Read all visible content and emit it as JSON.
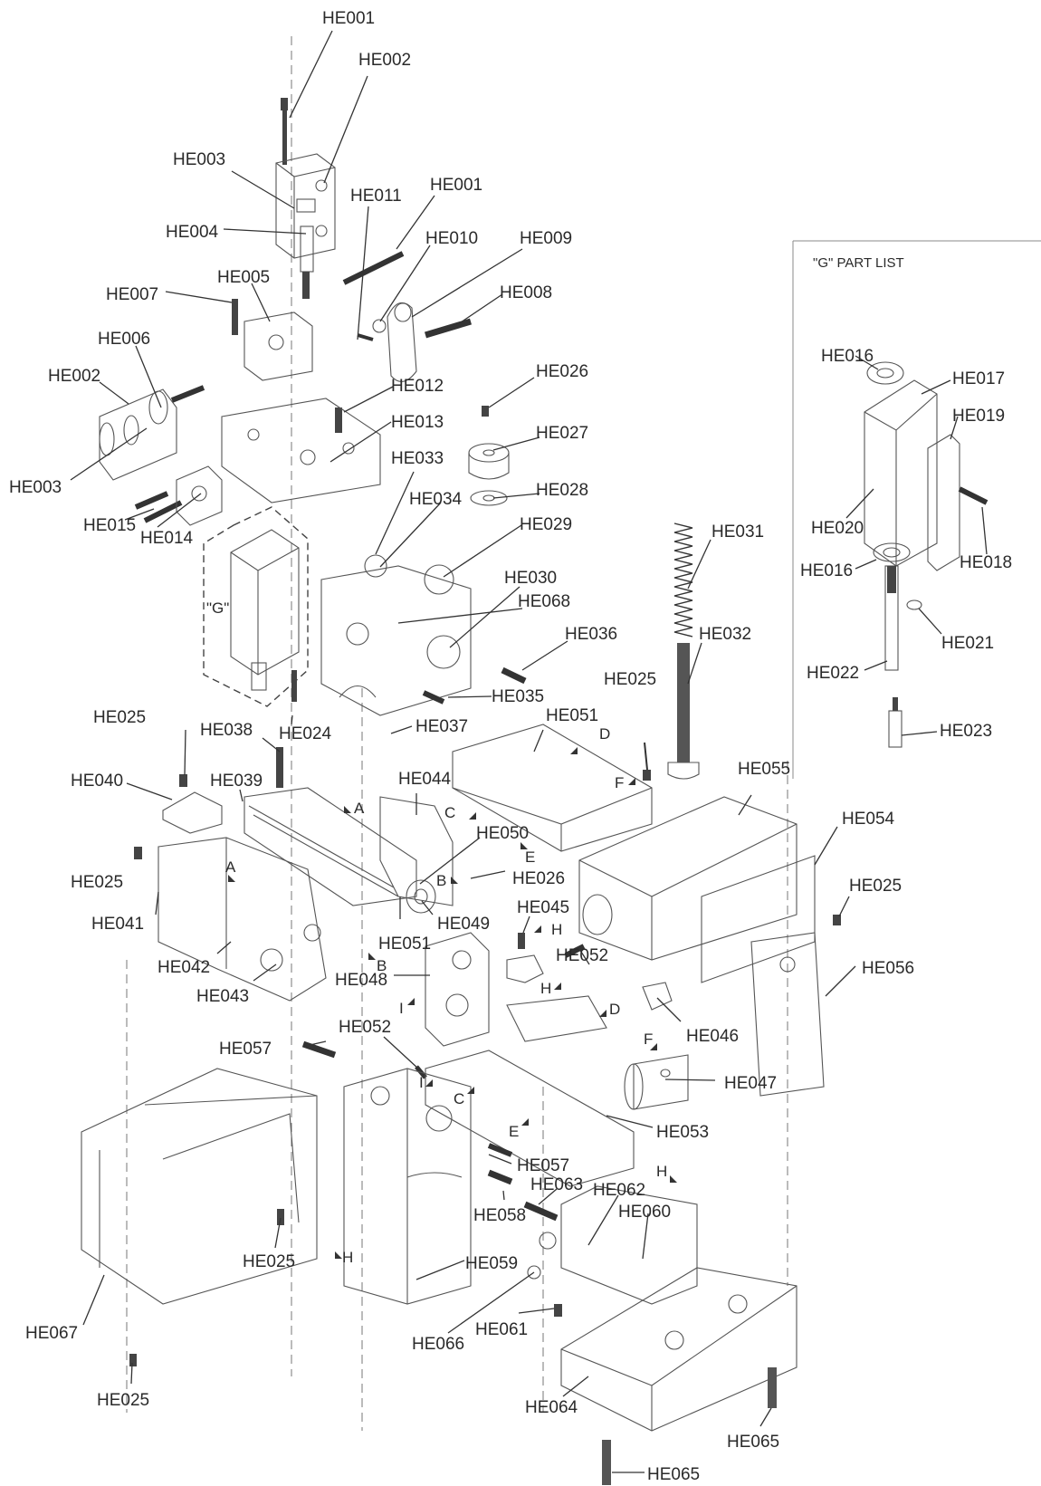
{
  "gpartlist": {
    "title": "\"G\" PART LIST"
  },
  "gbox": {
    "label": "\"G\""
  },
  "labels": {
    "l01": "HE001",
    "l02": "HE002",
    "l03": "HE003",
    "l04": "HE004",
    "l05": "HE011",
    "l06": "HE001",
    "l07": "HE010",
    "l08": "HE009",
    "l09": "HE007",
    "l10": "HE005",
    "l11": "HE008",
    "l12": "HE006",
    "l13": "HE002",
    "l14": "HE026",
    "l15": "HE012",
    "l16": "HE013",
    "l17": "HE027",
    "l18": "HE003",
    "l19": "HE033",
    "l20": "HE028",
    "l21": "HE034",
    "l22": "HE015",
    "l23": "HE014",
    "l24": "HE029",
    "l25": "HE031",
    "l26": "HE030",
    "l27": "HE068",
    "l28": "HE036",
    "l29": "HE032",
    "l30": "HE025",
    "l31": "HE035",
    "l32": "HE025",
    "l33": "HE051",
    "l34": "HE038",
    "l35": "HE024",
    "l36": "HE037",
    "l37": "HE040",
    "l38": "HE039",
    "l39": "HE044",
    "l40": "HE055",
    "l41": "HE050",
    "l42": "HE054",
    "l43": "HE025",
    "l44": "HE026",
    "l45": "HE025",
    "l46": "HE041",
    "l47": "HE049",
    "l48": "HE045",
    "l49": "HE051",
    "l50": "HE052",
    "l51": "HE042",
    "l52": "HE056",
    "l53": "HE043",
    "l54": "HE048",
    "l55": "HE052",
    "l56": "HE046",
    "l57": "HE057",
    "l58": "HE047",
    "l59": "HE053",
    "l60": "HE057",
    "l61": "HE063",
    "l62": "HE062",
    "l63": "HE060",
    "l64": "HE058",
    "l65": "HE025",
    "l66": "HE059",
    "l67": "HE067",
    "l68": "HE061",
    "l69": "HE066",
    "l70": "HE025",
    "l71": "HE064",
    "l72": "HE065",
    "l73": "HE065",
    "g01": "HE016",
    "g02": "HE017",
    "g03": "HE019",
    "g04": "HE020",
    "g05": "HE018",
    "g06": "HE016",
    "g07": "HE021",
    "g08": "HE022",
    "g09": "HE023"
  },
  "markers": {
    "m01": "D",
    "m02": "C",
    "m03": "A",
    "m04": "F",
    "m05": "E",
    "m06": "A",
    "m07": "B",
    "m08": "H",
    "m09": "B",
    "m10": "H",
    "m11": "I",
    "m12": "D",
    "m13": "F",
    "m14": "I",
    "m15": "C",
    "m16": "E",
    "m17": "H",
    "m18": "H"
  }
}
